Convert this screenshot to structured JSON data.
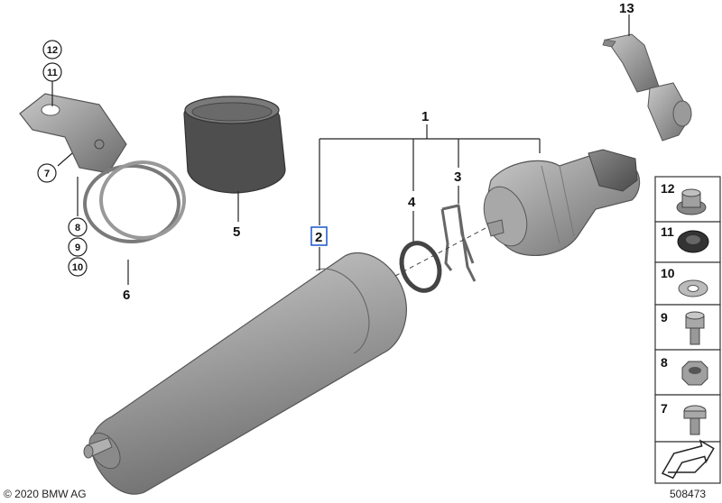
{
  "labels": {
    "p1": "1",
    "p2": "2",
    "p3": "3",
    "p4": "4",
    "p5": "5",
    "p6": "6",
    "p7": "7",
    "p8": "8",
    "p9": "9",
    "p10": "10",
    "p11": "11",
    "p12": "12",
    "p13": "13"
  },
  "sidebar": [
    "12",
    "11",
    "10",
    "9",
    "8",
    "7"
  ],
  "footer": {
    "copyright": "© 2020 BMW AG",
    "diagram_number": "508473"
  },
  "colors": {
    "part_gray": "#8e8e8e",
    "part_dark": "#5e5e5e",
    "highlight": "#1a56c8"
  }
}
